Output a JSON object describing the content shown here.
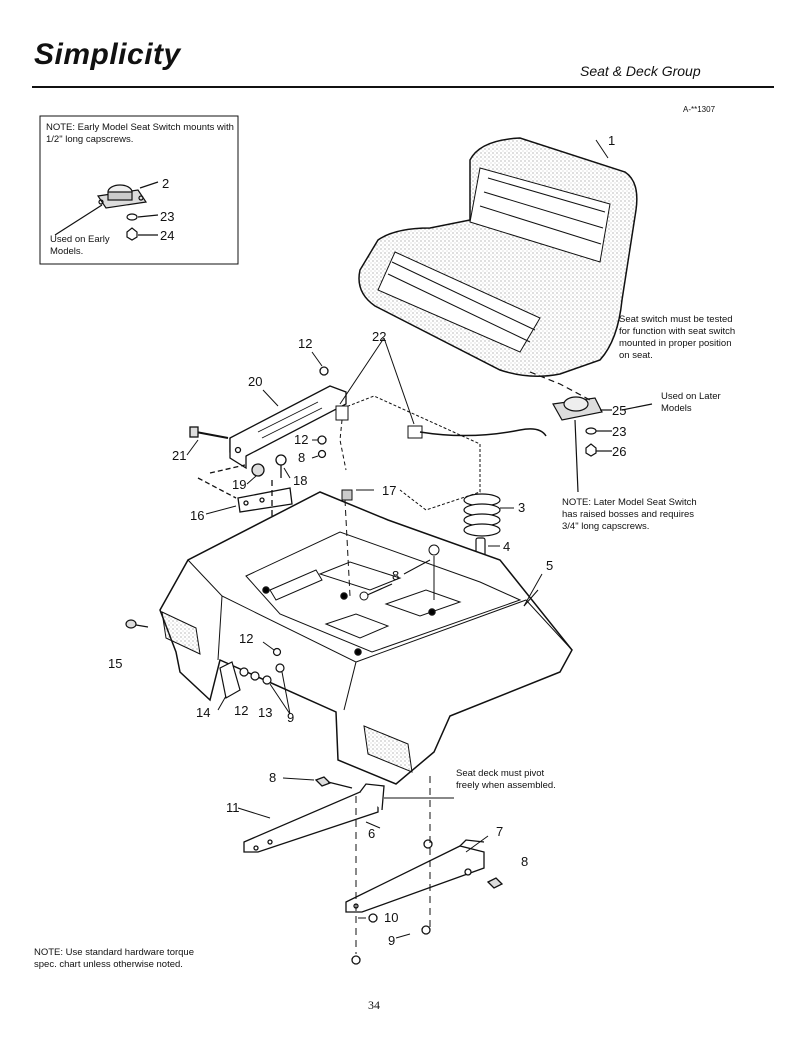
{
  "header": {
    "brand": "Simplicity",
    "section": "Seat & Deck Group",
    "part_code": "A-**1307"
  },
  "notes": {
    "early_switch": "NOTE: Early Model Seat Switch mounts with 1/2\" long capscrews.",
    "used_early": "Used on Early Models.",
    "seat_switch_test": "Seat switch must be tested for function with seat switch mounted in proper position on seat.",
    "used_later": "Used on Later Models",
    "later_switch": "NOTE: Later Model Seat Switch has raised bosses and requires 3/4\" long capscrews.",
    "pivot": "Seat deck must pivot freely when assembled.",
    "hardware": "NOTE: Use standard hardware torque spec. chart unless otherwise noted."
  },
  "callouts": [
    "1",
    "2",
    "23",
    "24",
    "12",
    "22",
    "20",
    "21",
    "12",
    "8",
    "19",
    "18",
    "17",
    "16",
    "3",
    "4",
    "5",
    "8",
    "25",
    "23",
    "26",
    "15",
    "12",
    "14",
    "12",
    "13",
    "9",
    "8",
    "11",
    "6",
    "7",
    "8",
    "10",
    "9"
  ],
  "page_number": "34"
}
